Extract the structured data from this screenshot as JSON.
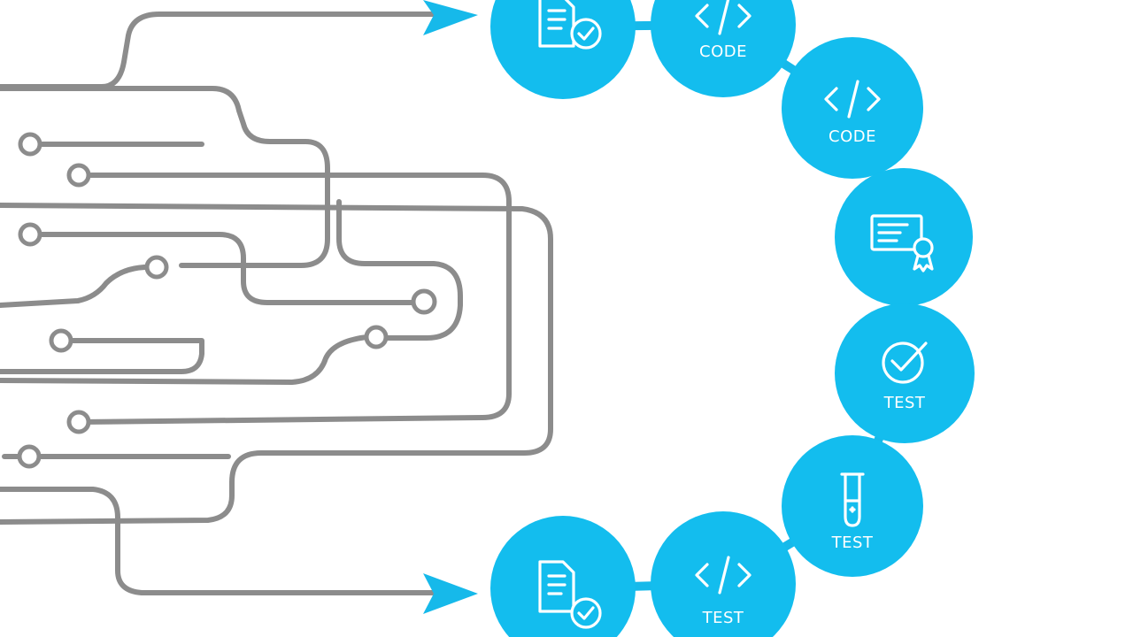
{
  "colors": {
    "accent": "#13bdee",
    "wire": "#8c8c8c",
    "background": "#ffffff"
  },
  "steps": [
    {
      "icon": "document-check-icon",
      "label": ""
    },
    {
      "icon": "code-icon",
      "label": "CODE"
    },
    {
      "icon": "code-icon",
      "label": "CODE"
    },
    {
      "icon": "certificate-icon",
      "label": ""
    },
    {
      "icon": "check-circle-icon",
      "label": "TEST"
    },
    {
      "icon": "test-tube-icon",
      "label": "TEST"
    },
    {
      "icon": "code-icon",
      "label": "TEST"
    },
    {
      "icon": "document-check-icon",
      "label": ""
    }
  ]
}
